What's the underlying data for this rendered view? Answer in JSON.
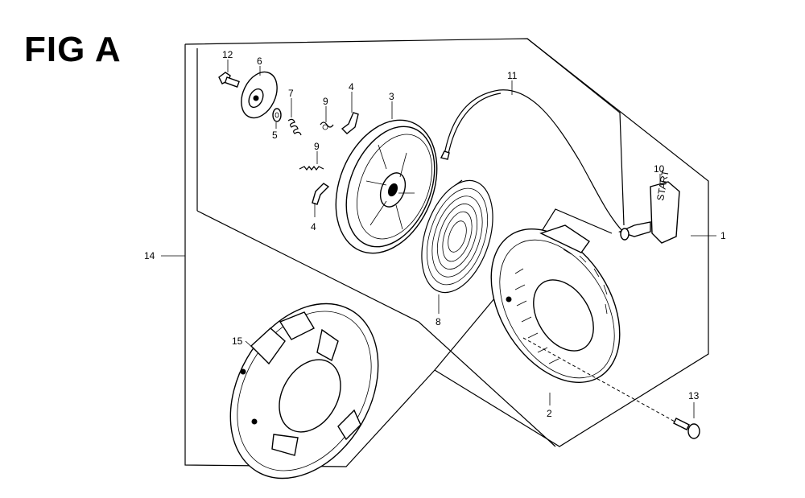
{
  "figure": {
    "title": "FIG A"
  },
  "labels": {
    "p1": "1",
    "p2": "2",
    "p3": "3",
    "p4a": "4",
    "p4b": "4",
    "p5": "5",
    "p6": "6",
    "p7": "7",
    "p8": "8",
    "p9a": "9",
    "p9b": "9",
    "p10": "10",
    "p11": "11",
    "p12": "12",
    "p13": "13",
    "p14": "14",
    "p15": "15"
  },
  "handle_text": "START"
}
